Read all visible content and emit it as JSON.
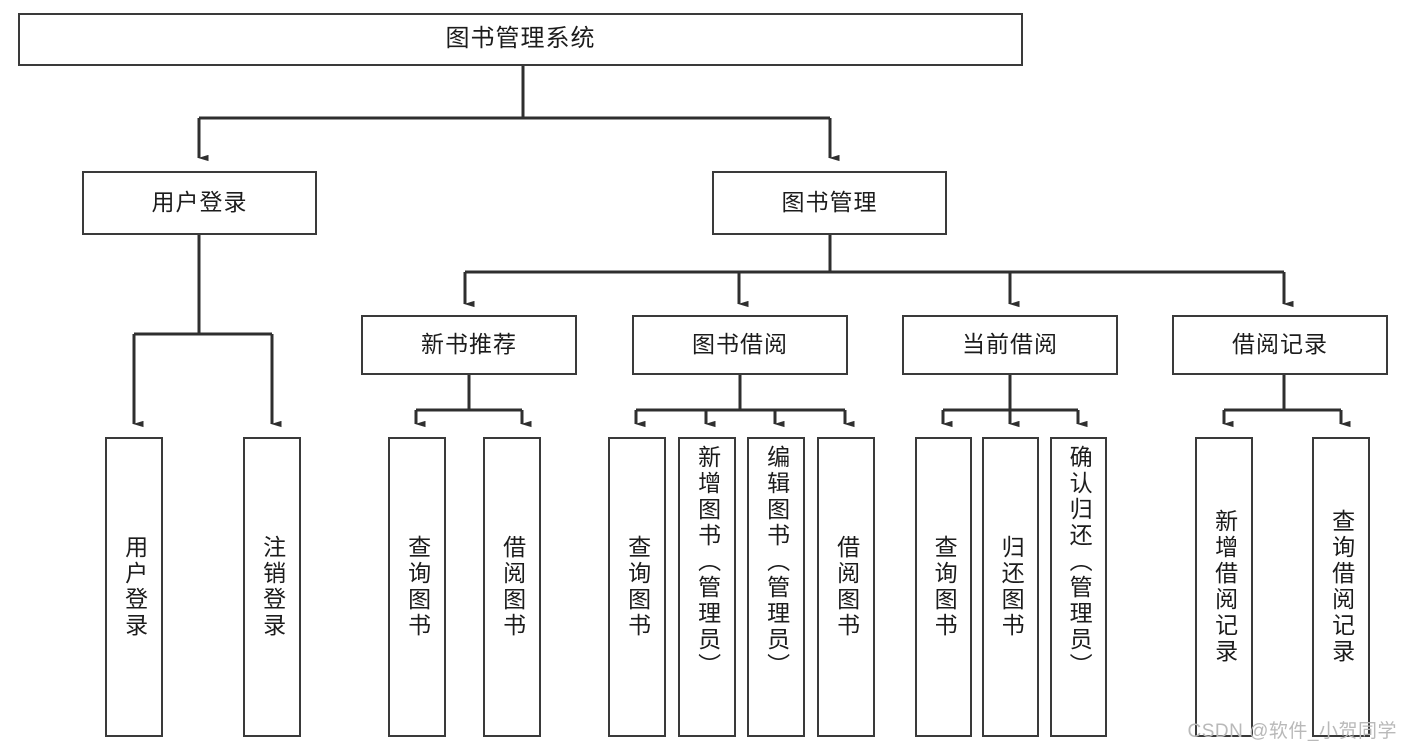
{
  "diagram": {
    "type": "tree",
    "title_node": "图书管理系统",
    "watermark": "CSDN @软件_小贺同学",
    "colors": {
      "box_border": "#3a3a3a",
      "box_fill": "#ffffff",
      "edge": "#2f2f2f",
      "text": "#1c1c1c",
      "watermark": "#b9b9b9"
    },
    "nodes": {
      "root": "图书管理系统",
      "level2": [
        {
          "id": "user-login",
          "label": "用户登录"
        },
        {
          "id": "book-manage",
          "label": "图书管理"
        }
      ],
      "level3": [
        {
          "id": "new-book-rec",
          "label": "新书推荐"
        },
        {
          "id": "book-borrow",
          "label": "图书借阅"
        },
        {
          "id": "current-borrow",
          "label": "当前借阅"
        },
        {
          "id": "borrow-record",
          "label": "借阅记录"
        }
      ],
      "leaves": {
        "user_login": [
          {
            "id": "leaf-user-login",
            "label": "用户登录"
          },
          {
            "id": "leaf-logout",
            "label": "注销登录"
          }
        ],
        "new_book_rec": [
          {
            "id": "leaf-query-book-1",
            "label": "查询图书"
          },
          {
            "id": "leaf-borrow-book-1",
            "label": "借阅图书"
          }
        ],
        "book_borrow": [
          {
            "id": "leaf-query-book-2",
            "label": "查询图书"
          },
          {
            "id": "leaf-add-book",
            "label": "新增图书（管理员）"
          },
          {
            "id": "leaf-edit-book",
            "label": "编辑图书（管理员）"
          },
          {
            "id": "leaf-borrow-book-2",
            "label": "借阅图书"
          }
        ],
        "current_borrow": [
          {
            "id": "leaf-query-book-3",
            "label": "查询图书"
          },
          {
            "id": "leaf-return-book",
            "label": "归还图书"
          },
          {
            "id": "leaf-confirm-return",
            "label": "确认归还（管理员）"
          }
        ],
        "borrow_record": [
          {
            "id": "leaf-add-record",
            "label": "新增借阅记录"
          },
          {
            "id": "leaf-query-record",
            "label": "查询借阅记录"
          }
        ]
      }
    }
  }
}
